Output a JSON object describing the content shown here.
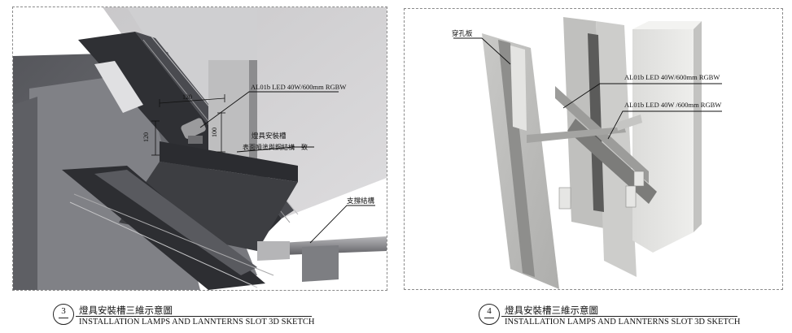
{
  "left_sketch": {
    "dim_width": "120",
    "dim_height_left": "120",
    "dim_height_right": "100",
    "callout_led": "AL01b LED 40W/600mm RGBW",
    "callout_slot_line1": "燈具安裝槽",
    "callout_slot_line2": "表面噴塗與鋼結構一致",
    "callout_support": "支撐結構"
  },
  "right_sketch": {
    "callout_panel": "穿孔板",
    "callout_led_1": "AL01b LED 40W/600mm RGBW",
    "callout_led_2": "AL01b LED 40W /600mm RGBW"
  },
  "titles": [
    {
      "number": "3",
      "zh": "燈具安裝槽三維示意圖",
      "en": "INSTALLATION LAMPS AND LANNTERNS SLOT 3D SKETCH"
    },
    {
      "number": "4",
      "zh": "燈具安裝槽三維示意圖",
      "en": "INSTALLATION LAMPS AND LANNTERNS SLOT 3D SKETCH"
    }
  ],
  "colors": {
    "steel_dark": "#3a3b3f",
    "steel_mid": "#6a6b70",
    "panel_light": "#d7d7d5",
    "line": "#111111"
  }
}
